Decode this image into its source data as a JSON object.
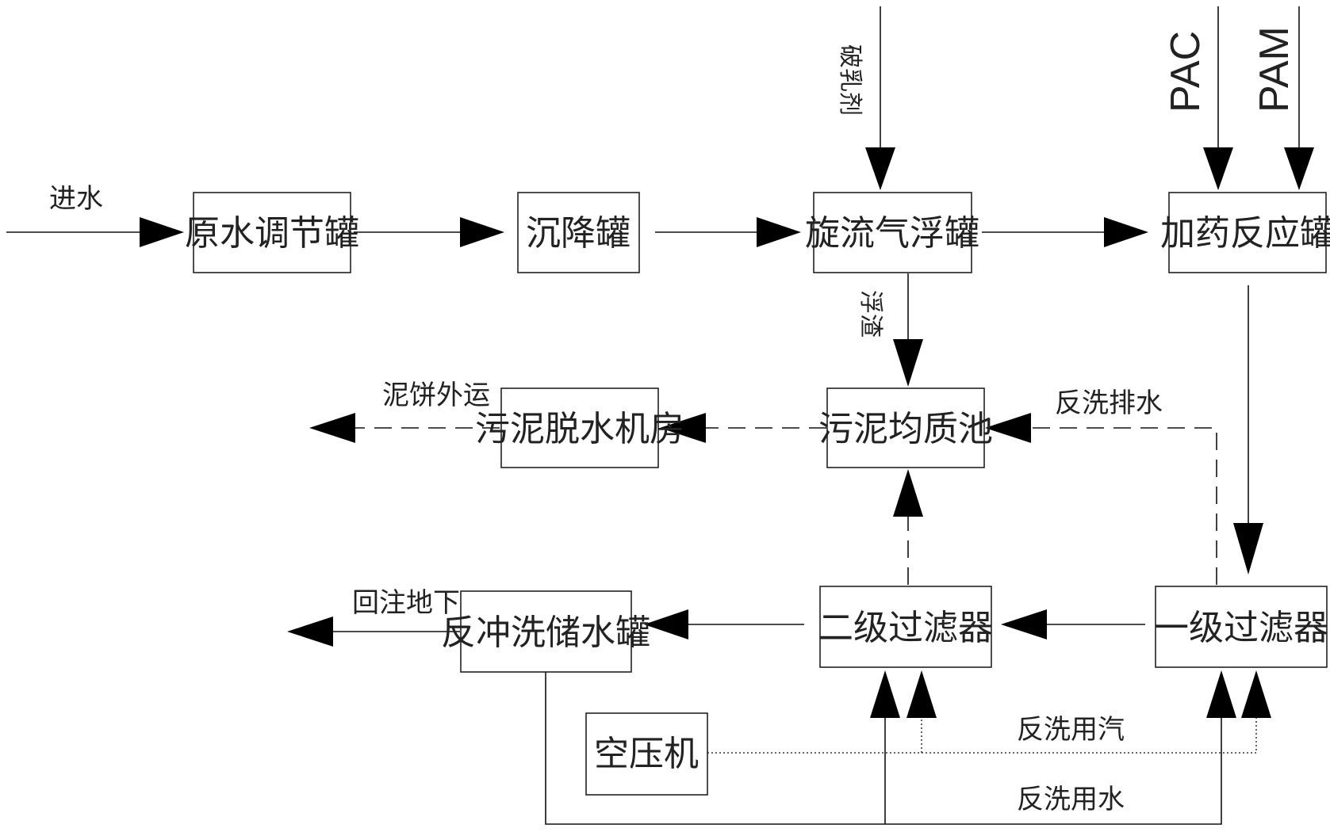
{
  "nodes": {
    "raw_tank": "原水调节罐",
    "settling_tank": "沉降罐",
    "cyclone_flotation": "旋流气浮罐",
    "dosing_tank": "加药反应罐",
    "sludge_pool": "污泥均质池",
    "dewatering_room": "污泥脱水机房",
    "primary_filter": "一级过滤器",
    "secondary_filter": "二级过滤器",
    "backwash_tank": "反冲洗储水罐",
    "air_compressor": "空压机"
  },
  "labels": {
    "inlet": "进水",
    "demulsifier": "破乳剂",
    "pac": "PAC",
    "pam": "PAM",
    "scum": "浮渣",
    "cake_out": "泥饼外运",
    "backwash_drain": "反洗排水",
    "reinject": "回注地下",
    "backwash_air": "反洗用汽",
    "backwash_water": "反洗用水"
  },
  "line_styles": {
    "water": "solid",
    "sludge": "dashed",
    "air": "dotted"
  }
}
